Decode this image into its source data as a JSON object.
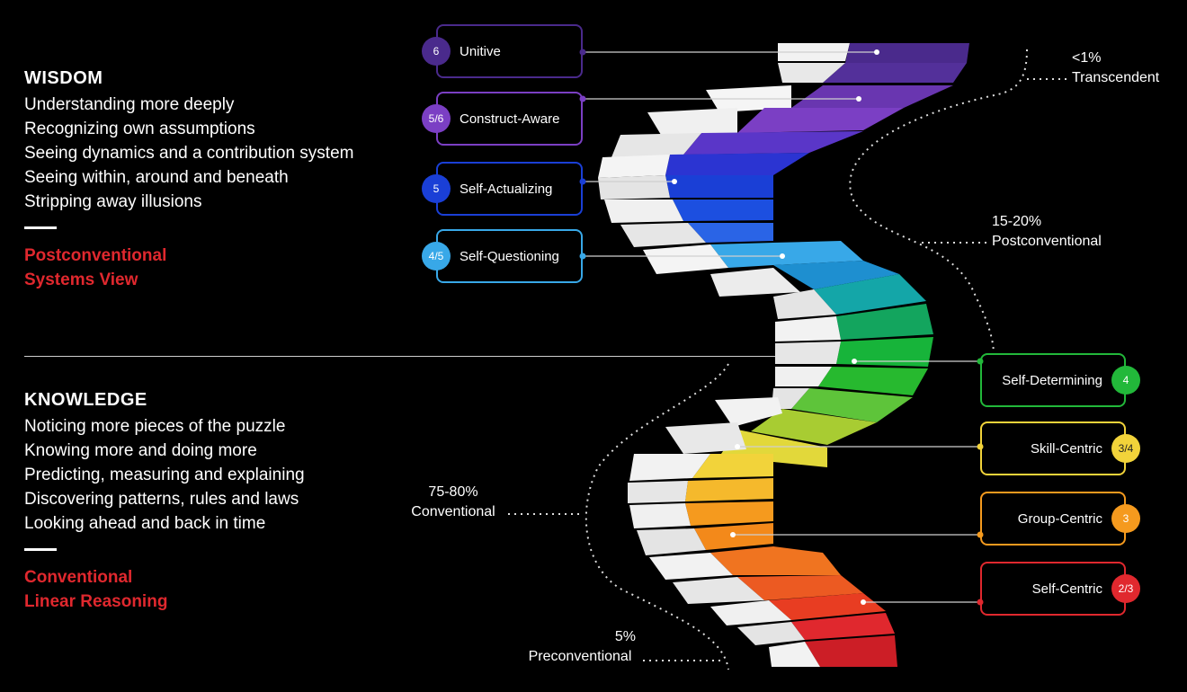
{
  "wisdom": {
    "heading": "WISDOM",
    "lines": [
      "Understanding more deeply",
      "Recognizing own assumptions",
      "Seeing dynamics and a contribution system",
      "Seeing within, around and beneath",
      "Stripping away illusions"
    ],
    "red_lines": [
      "Postconventional",
      "Systems View"
    ]
  },
  "knowledge": {
    "heading": "KNOWLEDGE",
    "lines": [
      "Noticing more pieces of the puzzle",
      "Knowing more and doing more",
      "Predicting, measuring and explaining",
      "Discovering patterns, rules and laws",
      "Looking ahead and back in time"
    ],
    "red_lines": [
      "Conventional",
      "Linear Reasoning"
    ]
  },
  "left_stages": [
    {
      "badge": "6",
      "label": "Unitive",
      "color": "#4a2a8c"
    },
    {
      "badge": "5/6",
      "label": "Construct-Aware",
      "color": "#7b3fc4"
    },
    {
      "badge": "5",
      "label": "Self-Actualizing",
      "color": "#1a3fd6"
    },
    {
      "badge": "4/5",
      "label": "Self-Questioning",
      "color": "#38a8e8"
    }
  ],
  "right_stages": [
    {
      "badge": "4",
      "label": "Self-Determining",
      "color": "#22b83a"
    },
    {
      "badge": "3/4",
      "label": "Skill-Centric",
      "color": "#f2d33a"
    },
    {
      "badge": "3",
      "label": "Group-Centric",
      "color": "#f59a1e"
    },
    {
      "badge": "2/3",
      "label": "Self-Centric",
      "color": "#e0282e"
    }
  ],
  "percentages": [
    {
      "value": "<1%",
      "label": "Transcendent"
    },
    {
      "value": "15-20%",
      "label": "Postconventional"
    },
    {
      "value": "75-80%",
      "label": "Conventional"
    },
    {
      "value": "5%",
      "label": "Preconventional"
    }
  ]
}
